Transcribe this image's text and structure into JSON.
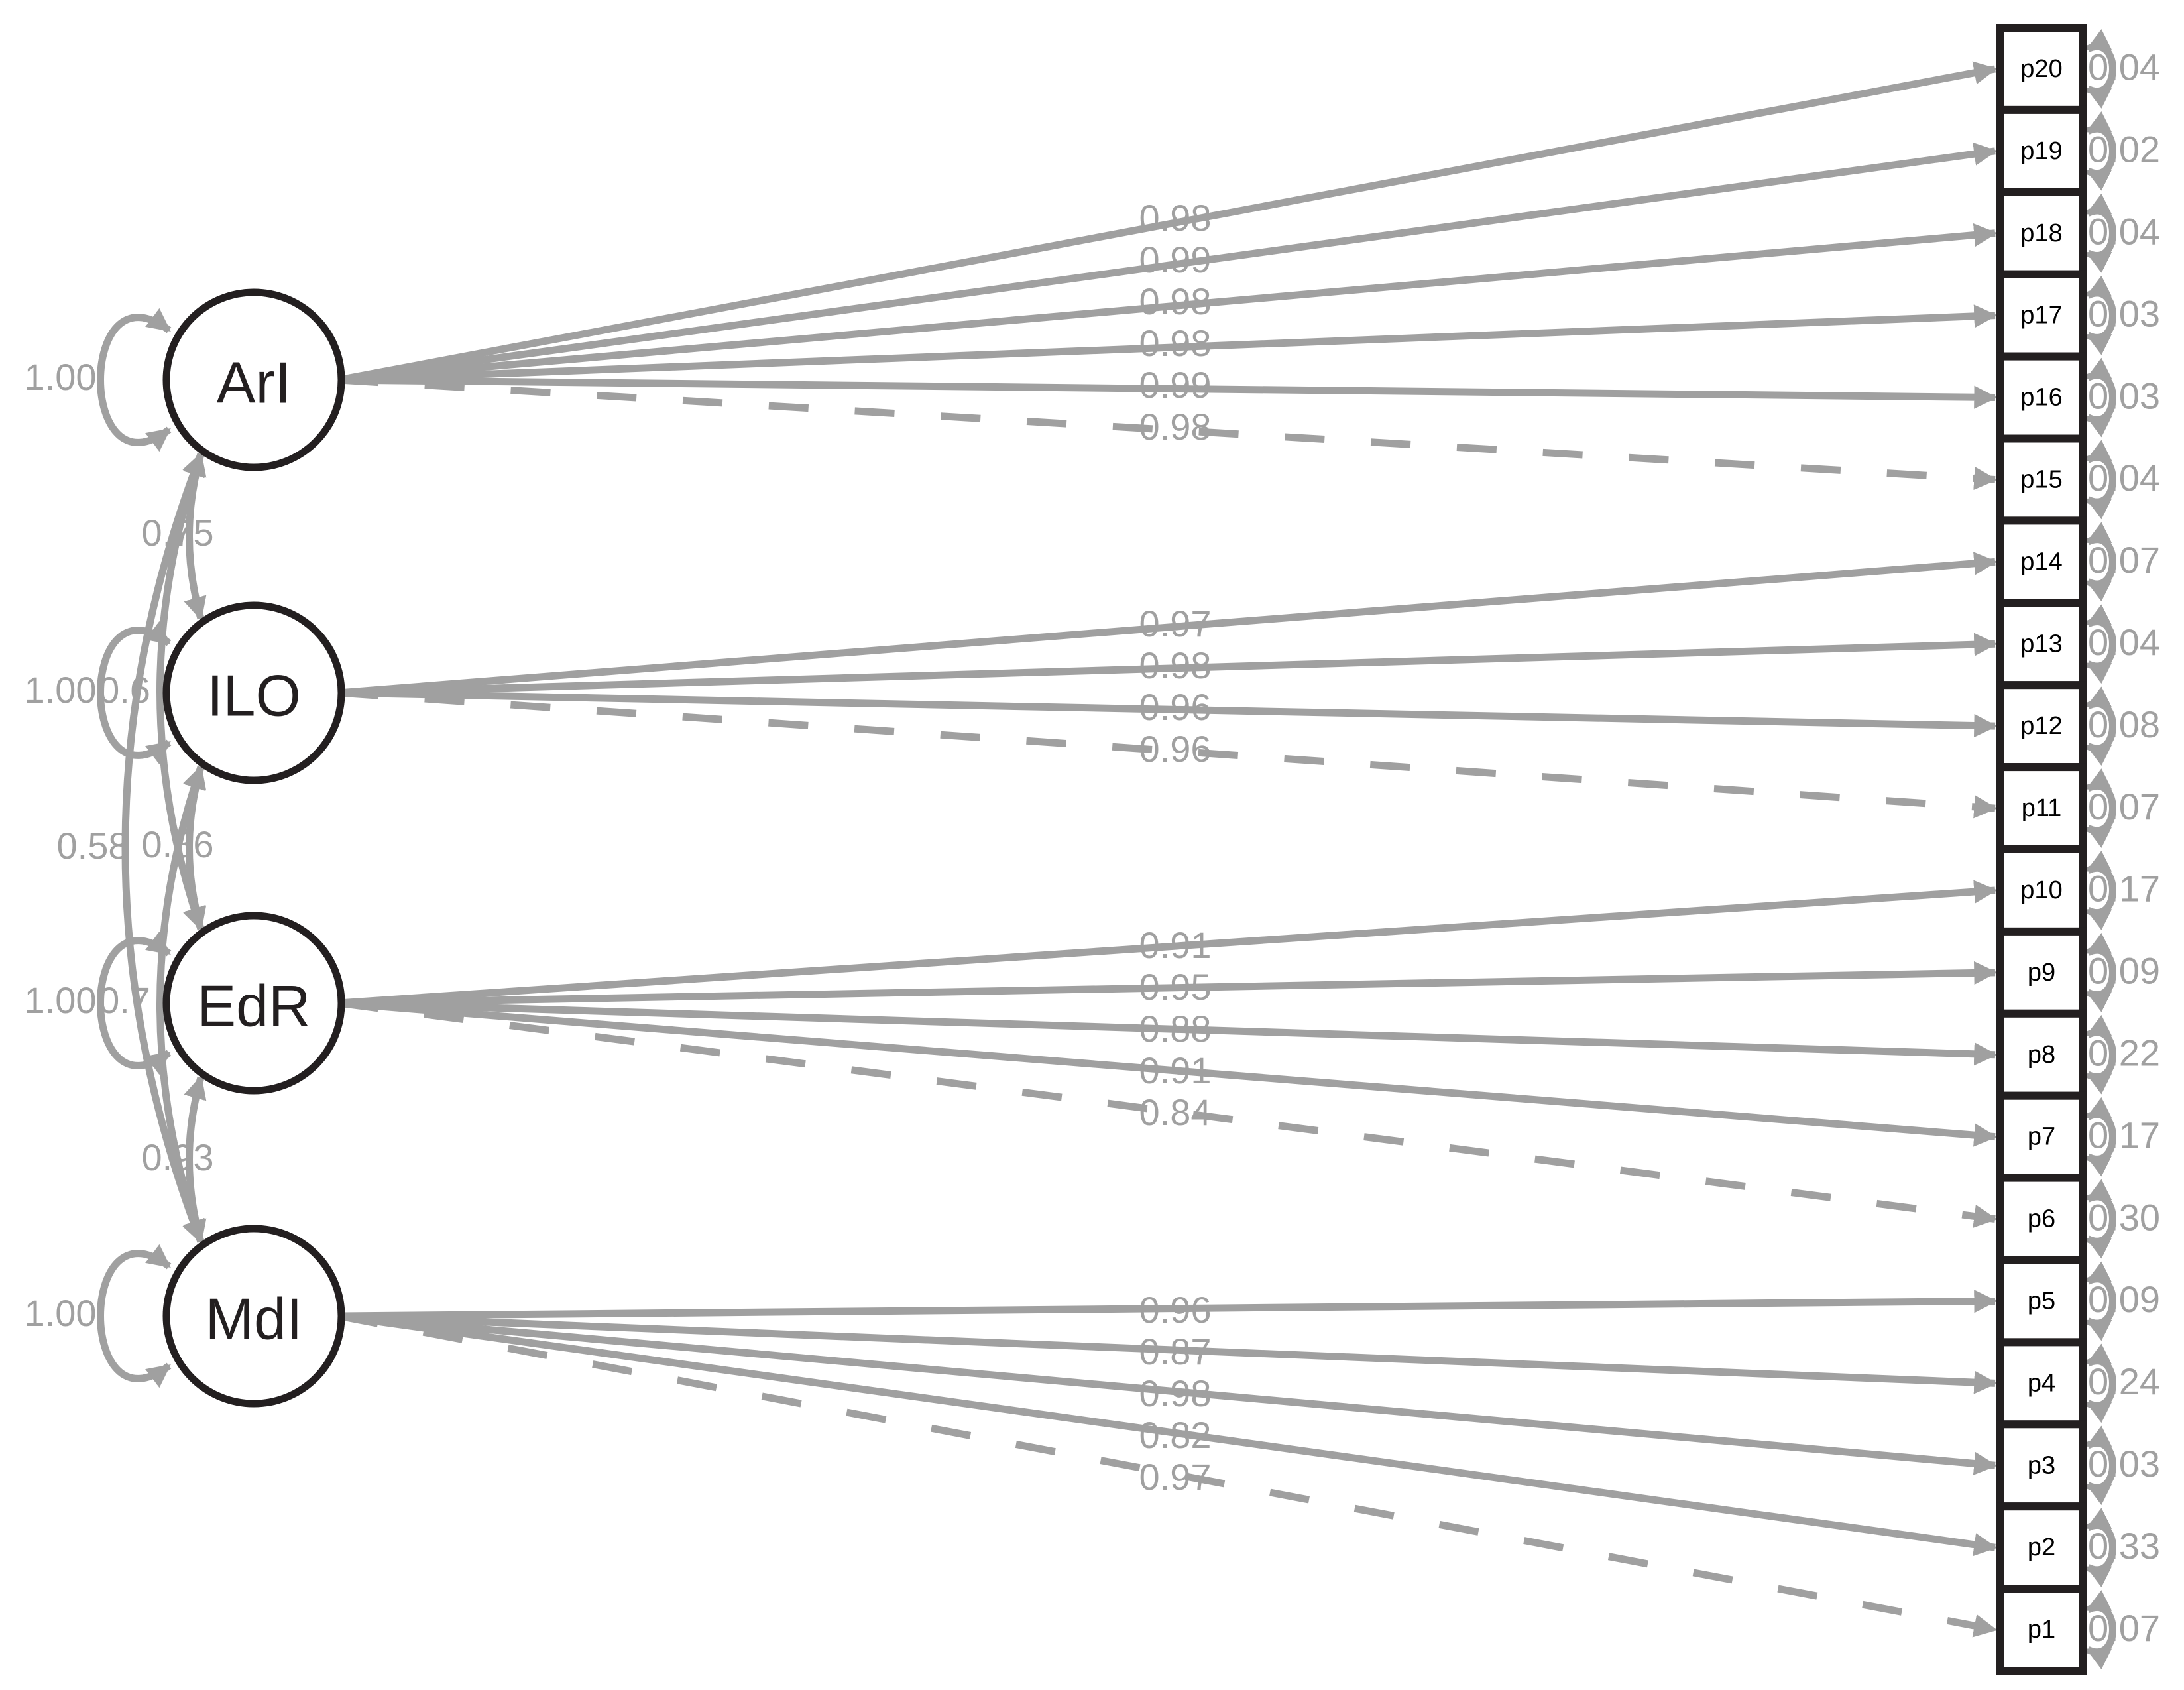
{
  "colors": {
    "path": "#a0a0a0",
    "node_stroke": "#231f20",
    "node_text": "#231f20",
    "background": "#ffffff"
  },
  "latent_variables": [
    {
      "id": "ArI",
      "label": "ArI",
      "variance": "1.00"
    },
    {
      "id": "ILO",
      "label": "ILO",
      "variance": "1.00"
    },
    {
      "id": "EdR",
      "label": "EdR",
      "variance": "1.00"
    },
    {
      "id": "MdI",
      "label": "MdI",
      "variance": "1.00"
    }
  ],
  "observed_variables": [
    {
      "id": "p20",
      "label": "p20",
      "residual": "0.04"
    },
    {
      "id": "p19",
      "label": "p19",
      "residual": "0.02"
    },
    {
      "id": "p18",
      "label": "p18",
      "residual": "0.04"
    },
    {
      "id": "p17",
      "label": "p17",
      "residual": "0.03"
    },
    {
      "id": "p16",
      "label": "p16",
      "residual": "0.03"
    },
    {
      "id": "p15",
      "label": "p15",
      "residual": "0.04"
    },
    {
      "id": "p14",
      "label": "p14",
      "residual": "0.07"
    },
    {
      "id": "p13",
      "label": "p13",
      "residual": "0.04"
    },
    {
      "id": "p12",
      "label": "p12",
      "residual": "0.08"
    },
    {
      "id": "p11",
      "label": "p11",
      "residual": "0.07"
    },
    {
      "id": "p10",
      "label": "p10",
      "residual": "0.17"
    },
    {
      "id": "p9",
      "label": "p9",
      "residual": "0.09"
    },
    {
      "id": "p8",
      "label": "p8",
      "residual": "0.22"
    },
    {
      "id": "p7",
      "label": "p7",
      "residual": "0.17"
    },
    {
      "id": "p6",
      "label": "p6",
      "residual": "0.30"
    },
    {
      "id": "p5",
      "label": "p5",
      "residual": "0.09"
    },
    {
      "id": "p4",
      "label": "p4",
      "residual": "0.24"
    },
    {
      "id": "p3",
      "label": "p3",
      "residual": "0.03"
    },
    {
      "id": "p2",
      "label": "p2",
      "residual": "0.33"
    },
    {
      "id": "p1",
      "label": "p1",
      "residual": "0.07"
    }
  ],
  "loadings": [
    {
      "from": "ArI",
      "to": "p20",
      "value": "0.98",
      "fixed": false
    },
    {
      "from": "ArI",
      "to": "p19",
      "value": "0.99",
      "fixed": false
    },
    {
      "from": "ArI",
      "to": "p18",
      "value": "0.98",
      "fixed": false
    },
    {
      "from": "ArI",
      "to": "p17",
      "value": "0.98",
      "fixed": false
    },
    {
      "from": "ArI",
      "to": "p16",
      "value": "0.99",
      "fixed": false
    },
    {
      "from": "ArI",
      "to": "p15",
      "value": "0.98",
      "fixed": true
    },
    {
      "from": "ILO",
      "to": "p14",
      "value": "0.97",
      "fixed": false
    },
    {
      "from": "ILO",
      "to": "p13",
      "value": "0.98",
      "fixed": false
    },
    {
      "from": "ILO",
      "to": "p12",
      "value": "0.96",
      "fixed": false
    },
    {
      "from": "ILO",
      "to": "p11",
      "value": "0.96",
      "fixed": true
    },
    {
      "from": "EdR",
      "to": "p10",
      "value": "0.91",
      "fixed": false
    },
    {
      "from": "EdR",
      "to": "p9",
      "value": "0.95",
      "fixed": false
    },
    {
      "from": "EdR",
      "to": "p8",
      "value": "0.88",
      "fixed": false
    },
    {
      "from": "EdR",
      "to": "p7",
      "value": "0.91",
      "fixed": false
    },
    {
      "from": "EdR",
      "to": "p6",
      "value": "0.84",
      "fixed": true
    },
    {
      "from": "MdI",
      "to": "p5",
      "value": "0.96",
      "fixed": false
    },
    {
      "from": "MdI",
      "to": "p4",
      "value": "0.87",
      "fixed": false
    },
    {
      "from": "MdI",
      "to": "p3",
      "value": "0.98",
      "fixed": false
    },
    {
      "from": "MdI",
      "to": "p2",
      "value": "0.82",
      "fixed": false
    },
    {
      "from": "MdI",
      "to": "p1",
      "value": "0.97",
      "fixed": true
    }
  ],
  "covariances": [
    {
      "a": "ArI",
      "b": "ILO",
      "value": "0.75"
    },
    {
      "a": "ArI",
      "b": "EdR",
      "value": "0.6"
    },
    {
      "a": "ArI",
      "b": "MdI",
      "value": "0.58"
    },
    {
      "a": "ILO",
      "b": "EdR",
      "value": "0.86"
    },
    {
      "a": "ILO",
      "b": "MdI",
      "value": "0.7"
    },
    {
      "a": "EdR",
      "b": "MdI",
      "value": "0.93"
    }
  ]
}
